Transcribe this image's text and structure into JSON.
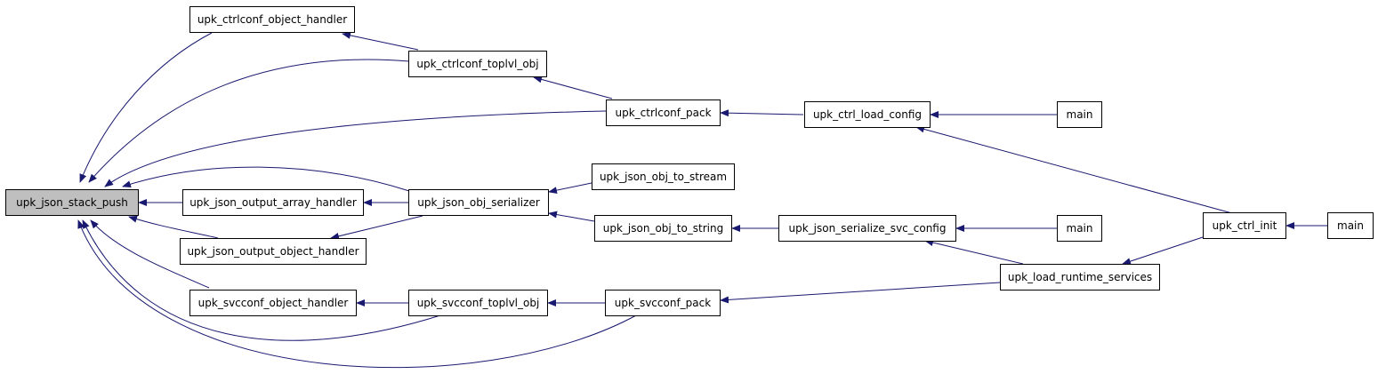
{
  "colors": {
    "edge": "#191970",
    "root_fill": "#bfbfbf",
    "node_fill": "#ffffff",
    "border": "#000000"
  },
  "nodes": [
    {
      "id": "root",
      "label": "upk_json_stack_push"
    },
    {
      "id": "cohan",
      "label": "upk_ctrlconf_object_handler"
    },
    {
      "id": "ctop",
      "label": "upk_ctrlconf_toplvl_obj"
    },
    {
      "id": "cpack",
      "label": "upk_ctrlconf_pack"
    },
    {
      "id": "cload",
      "label": "upk_ctrl_load_config"
    },
    {
      "id": "main1",
      "label": "main"
    },
    {
      "id": "oarr",
      "label": "upk_json_output_array_handler"
    },
    {
      "id": "ser",
      "label": "upk_json_obj_serializer"
    },
    {
      "id": "tostr",
      "label": "upk_json_obj_to_stream"
    },
    {
      "id": "tostrg",
      "label": "upk_json_obj_to_string"
    },
    {
      "id": "svccfg",
      "label": "upk_json_serialize_svc_config"
    },
    {
      "id": "main2",
      "label": "main"
    },
    {
      "id": "oobj",
      "label": "upk_json_output_object_handler"
    },
    {
      "id": "sohan",
      "label": "upk_svcconf_object_handler"
    },
    {
      "id": "stop",
      "label": "upk_svcconf_toplvl_obj"
    },
    {
      "id": "spack",
      "label": "upk_svcconf_pack"
    },
    {
      "id": "lrs",
      "label": "upk_load_runtime_services"
    },
    {
      "id": "cinit",
      "label": "upk_ctrl_init"
    },
    {
      "id": "main3",
      "label": "main"
    }
  ],
  "edges": [
    [
      "cohan",
      "root"
    ],
    [
      "ctop",
      "root"
    ],
    [
      "cpack",
      "root"
    ],
    [
      "ser",
      "root"
    ],
    [
      "oarr",
      "root"
    ],
    [
      "oobj",
      "root"
    ],
    [
      "sohan",
      "root"
    ],
    [
      "stop",
      "root"
    ],
    [
      "spack",
      "root"
    ],
    [
      "ctop",
      "cohan"
    ],
    [
      "cpack",
      "ctop"
    ],
    [
      "cload",
      "cpack"
    ],
    [
      "main1",
      "cload"
    ],
    [
      "cinit",
      "cload"
    ],
    [
      "ser",
      "oarr"
    ],
    [
      "ser",
      "oobj"
    ],
    [
      "tostr",
      "ser"
    ],
    [
      "tostrg",
      "ser"
    ],
    [
      "svccfg",
      "tostrg"
    ],
    [
      "main2",
      "svccfg"
    ],
    [
      "lrs",
      "svccfg"
    ],
    [
      "stop",
      "sohan"
    ],
    [
      "spack",
      "stop"
    ],
    [
      "lrs",
      "spack"
    ],
    [
      "cinit",
      "lrs"
    ],
    [
      "main3",
      "cinit"
    ]
  ]
}
